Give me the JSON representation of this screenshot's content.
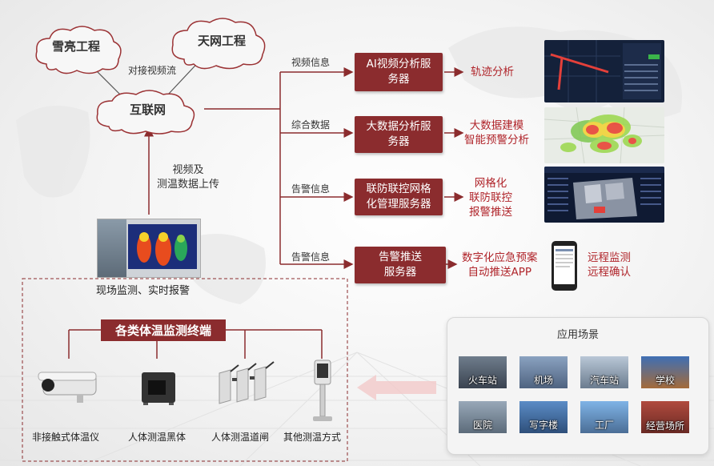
{
  "clouds": {
    "xueliang": "雪亮工程",
    "tianwang": "天网工程",
    "internet": "互联网"
  },
  "labels": {
    "connect_video": "对接视频流",
    "upload": "视频及\n测温数据上传",
    "video_info": "视频信息",
    "comprehensive_data": "综合数据",
    "alarm_info_1": "告警信息",
    "alarm_info_2": "告警信息",
    "onsite": "现场监测、实时报警"
  },
  "servers": [
    {
      "label": "AI视频分析服\n务器",
      "result": "轨迹分析"
    },
    {
      "label": "大数据分析服\n务器",
      "result": "大数据建模\n智能预警分析"
    },
    {
      "label": "联防联控网格\n化管理服务器",
      "result": "网格化\n联防联控\n报警推送"
    },
    {
      "label": "告警推送\n服务器",
      "result": "数字化应急预案\n自动推送APP"
    }
  ],
  "remote": "远程监测\n远程确认",
  "terminal": {
    "title": "各类体温监测终端",
    "devices": [
      "非接触式体温仪",
      "人体测温黑体",
      "人体测温道闸",
      "其他测温方式"
    ]
  },
  "scenes": {
    "title": "应用场景",
    "items": [
      "火车站",
      "机场",
      "汽车站",
      "学校",
      "医院",
      "写字楼",
      "工厂",
      "经营场所"
    ]
  },
  "colors": {
    "server_bg": "#8b2c2e",
    "result_text": "#b0252b"
  }
}
